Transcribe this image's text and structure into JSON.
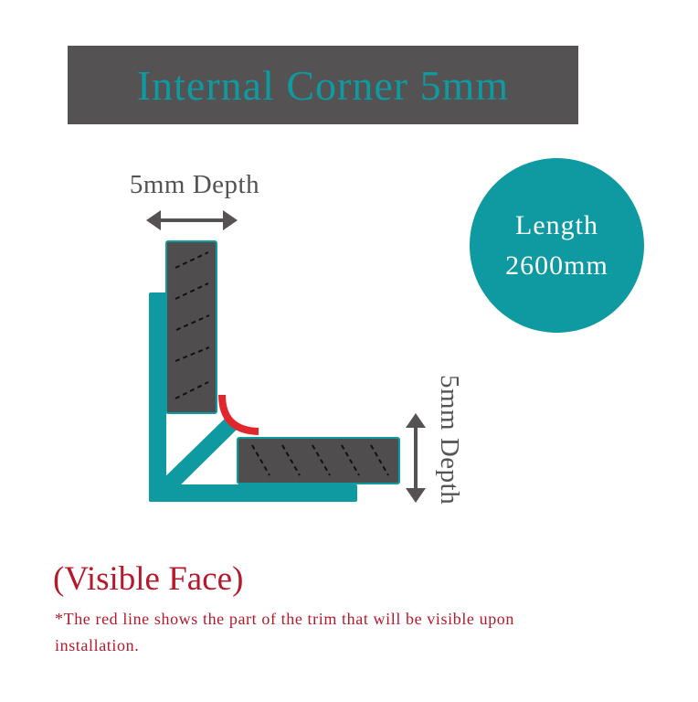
{
  "title": {
    "text": "Internal Corner 5mm",
    "background": "#545253",
    "color": "#0e9aa0"
  },
  "dimensions": {
    "top_label": "5mm Depth",
    "right_label": "5mm Depth",
    "arrow_color": "#545253"
  },
  "length_badge": {
    "line1": "Length",
    "line2": "2600mm",
    "background": "#0e9aa0"
  },
  "diagram": {
    "trim_color": "#0e9aa0",
    "tile_color": "#4f4d4e",
    "visible_edge_color": "#e1262d",
    "parts": [
      "vertical-tile",
      "horizontal-tile",
      "trim-vertical-leg",
      "trim-horizontal-leg",
      "trim-diagonal-strut",
      "visible-face-arc"
    ]
  },
  "legend": {
    "heading": "(Visible Face)",
    "note": "*The red line shows the part of the trim that will be visible upon installation.",
    "color": "#b5192c"
  }
}
